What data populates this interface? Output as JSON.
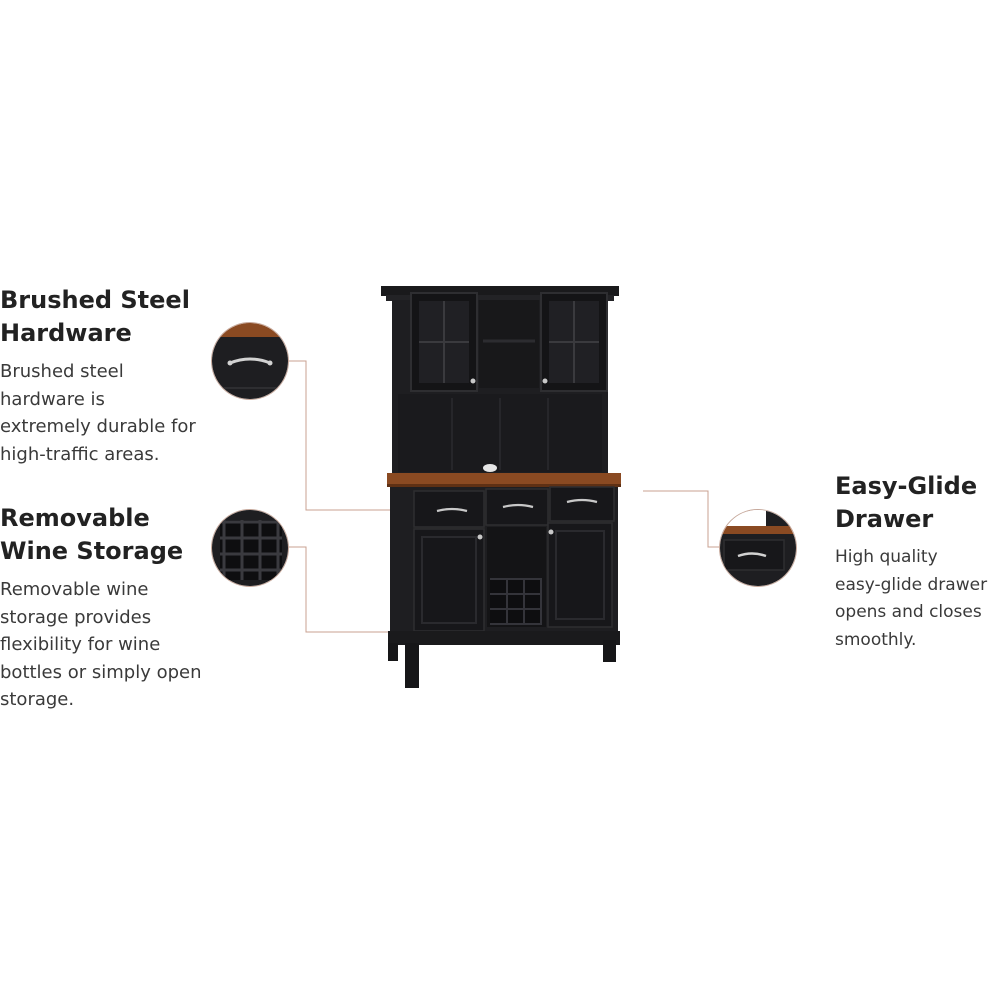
{
  "features": [
    {
      "title_line1": "Brushed Steel",
      "title_line2": "Hardware",
      "body_lines": [
        "Brushed steel",
        "hardware is",
        "extremely durable for",
        "high-traffic areas."
      ],
      "detail_icon": "drawer-handle-closeup"
    },
    {
      "title_line1": "Removable",
      "title_line2": "Wine Storage",
      "body_lines": [
        "Removable wine",
        "storage provides",
        "flexibility for wine",
        "bottles or simply open",
        "storage."
      ],
      "detail_icon": "wine-rack-closeup"
    },
    {
      "title_line1": "Easy-Glide",
      "title_line2": "Drawer",
      "body_lines": [
        "High quality",
        "easy-glide drawer",
        "opens and closes",
        "smoothly."
      ],
      "detail_icon": "drawer-closeup"
    }
  ],
  "colors": {
    "cabinet_black": "#1c1c1e",
    "wood_top": "#8a4a22",
    "callout_line": "#c9a090",
    "hardware_steel": "#c8c8c8"
  }
}
